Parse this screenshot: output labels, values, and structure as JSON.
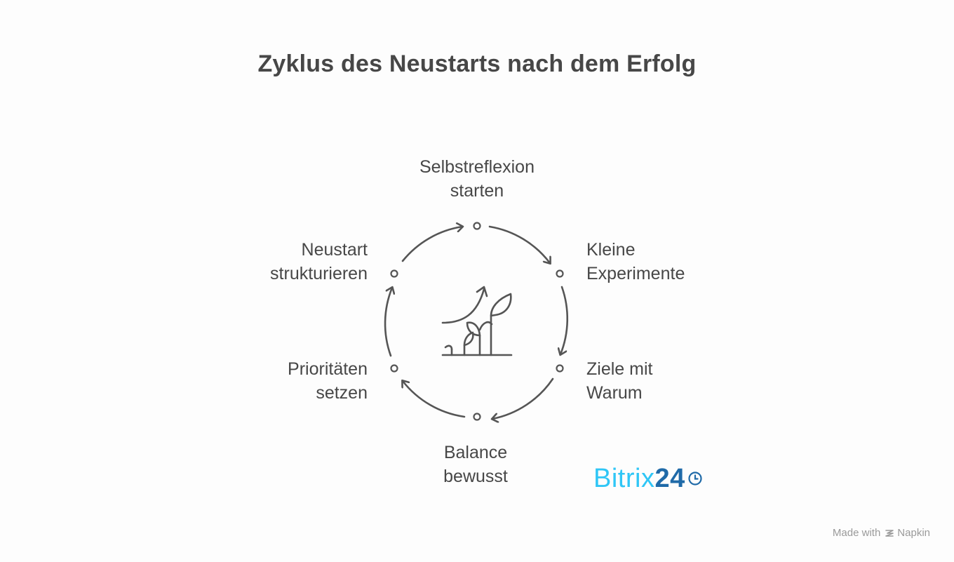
{
  "title": "Zyklus des Neustarts nach dem Erfolg",
  "steps": [
    {
      "line1": "Selbstreflexion",
      "line2": "starten"
    },
    {
      "line1": "Kleine",
      "line2": "Experimente"
    },
    {
      "line1": "Ziele mit",
      "line2": "Warum"
    },
    {
      "line1": "Balance",
      "line2": "bewusst"
    },
    {
      "line1": "Prioritäten",
      "line2": "setzen"
    },
    {
      "line1": "Neustart",
      "line2": "strukturieren"
    }
  ],
  "logo": {
    "part1": "Bitrix",
    "part2": "24"
  },
  "footer": {
    "made_with": "Made with",
    "brand": "Napkin"
  },
  "center_icon": "growing-plants-icon",
  "colors": {
    "text": "#474747",
    "stroke": "#555555",
    "logo_light": "#2fc6f6",
    "logo_dark": "#1f6aa8",
    "footer": "#9a9a9a"
  }
}
